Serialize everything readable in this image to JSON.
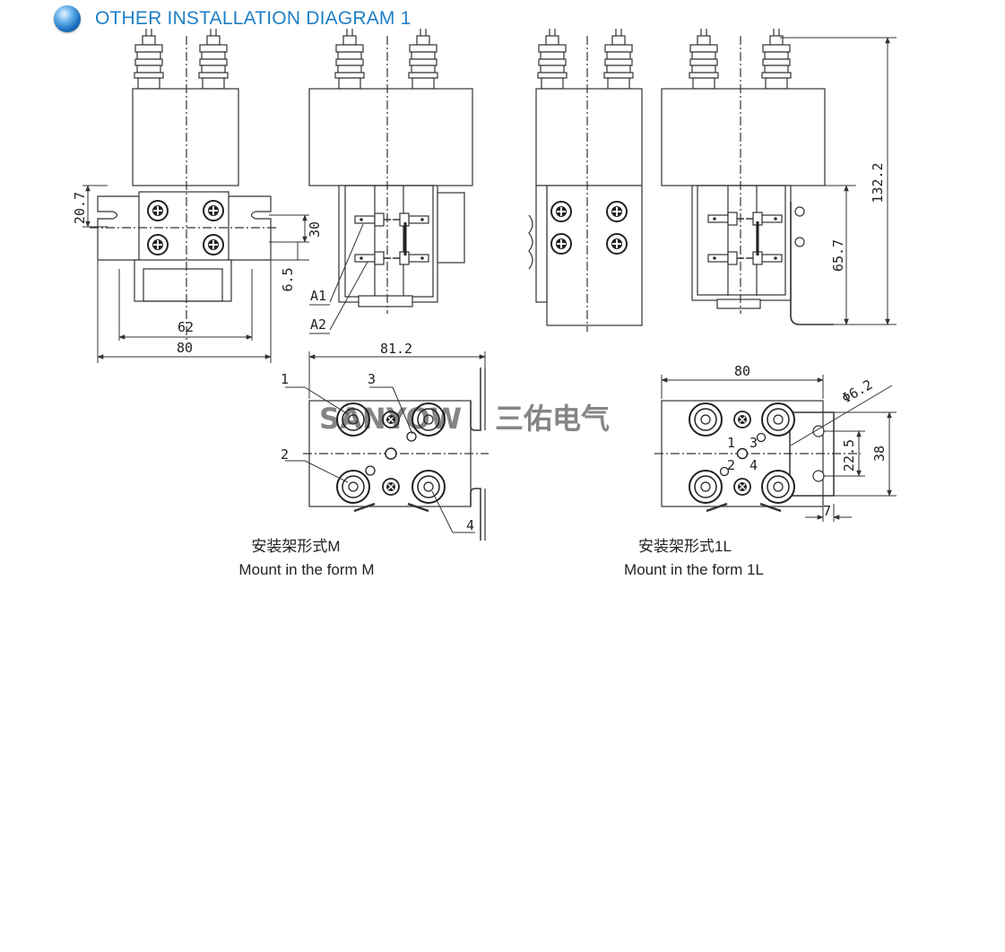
{
  "header": {
    "title": "OTHER INSTALLATION DIAGRAM 1",
    "icon": "blue-sphere-bullet-icon"
  },
  "colors": {
    "title": "#1e7fc6",
    "line": "#333333",
    "watermark": "#8fb6de"
  },
  "dimensions": {
    "front_height": "20.7",
    "slot_pitch": "30",
    "slot_offset": "6.5",
    "inner_width": "62",
    "outer_width": "80",
    "total_height": "132.2",
    "mount_height": "65.7",
    "m_width": "81.2",
    "l_width": "80",
    "hole_dia": "Φ6.2",
    "hole_pitch": "22.5",
    "l_height": "38",
    "flange": "7"
  },
  "terminals": {
    "a1": "A1",
    "a2": "A2"
  },
  "callouts": {
    "n1": "1",
    "n2": "2",
    "n3": "3",
    "n4": "4"
  },
  "watermark": {
    "latin": "SANYOW",
    "chinese": "三佑电气"
  },
  "captions": {
    "m_cn": "安装架形式M",
    "m_en": "Mount in the form M",
    "l_cn": "安装架形式1L",
    "l_en": "Mount in the form 1L"
  }
}
